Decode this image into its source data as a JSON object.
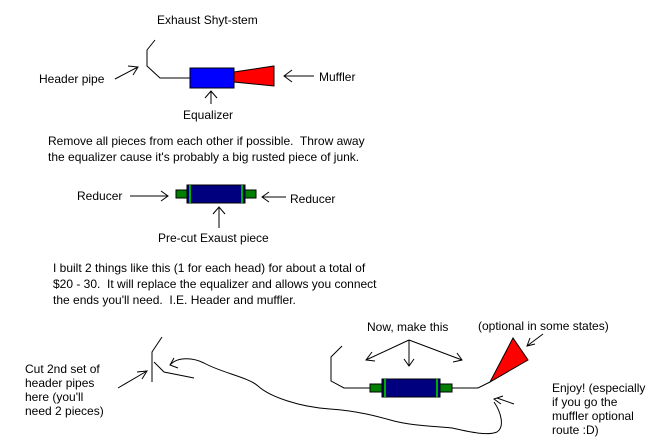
{
  "labels": {
    "title": "Exhaust Shyt-stem",
    "header_pipe": "Header pipe",
    "muffler": "Muffler",
    "equalizer": "Equalizer",
    "reducer_left": "Reducer",
    "reducer_right": "Reducer",
    "precut": "Pre-cut Exaust piece",
    "now_make_this": "Now, make this",
    "optional": "(optional in some states)",
    "cut": "Cut 2nd set of\nheader pipes\nhere (you'll\nneed 2 pieces)",
    "enjoy": "Enjoy! (especially\nif you go the\nmuffler optional\nroute :D)"
  },
  "paragraphs": {
    "remove": "Remove all pieces from each other if possible.  Throw away\nthe equalizer cause it's probably a big rusted piece of junk.",
    "built": "I built 2 things like this (1 for each head) for about a total of\n$20 - 30.  It will replace the equalizer and allows you connect\nthe ends you'll need.  I.E. Header and muffler."
  },
  "colors": {
    "equalizer": "#0000ff",
    "muffler": "#ff0000",
    "pipe_body": "#00007f",
    "reducer": "#007f00"
  }
}
